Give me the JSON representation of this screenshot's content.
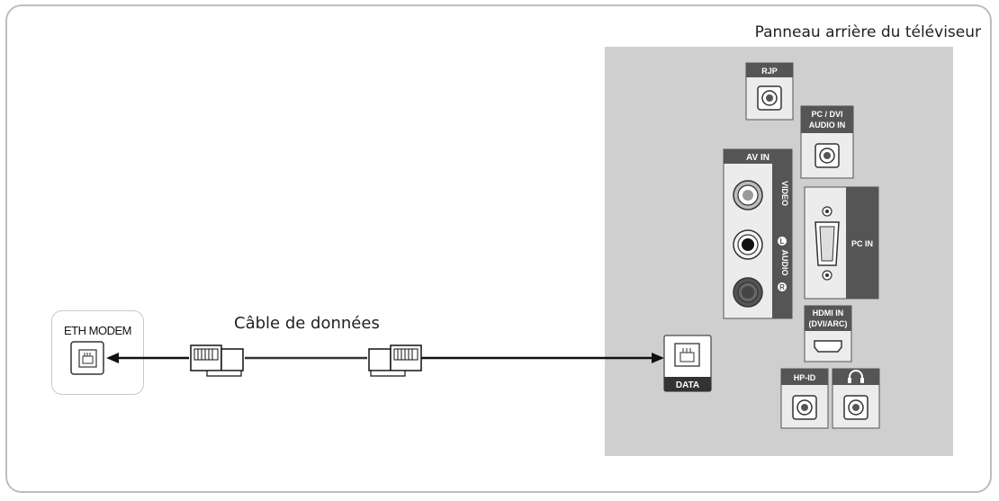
{
  "diagram": {
    "title": "Panneau arrière du téléviseur",
    "cable_label": "Câble de données",
    "modem_label": "ETH MODEM",
    "ports": {
      "rjp": "RJP",
      "pc_dvi_line1": "PC / DVI",
      "pc_dvi_line2": "AUDIO IN",
      "av_in": "AV IN",
      "video": "VIDEO",
      "audio": "AUDIO",
      "audio_l": "L",
      "audio_r": "R",
      "pc_in": "PC IN",
      "hdmi_line1": "HDMI IN",
      "hdmi_line2": "(DVI/ARC)",
      "hp_id": "HP-ID",
      "data": "DATA"
    }
  }
}
